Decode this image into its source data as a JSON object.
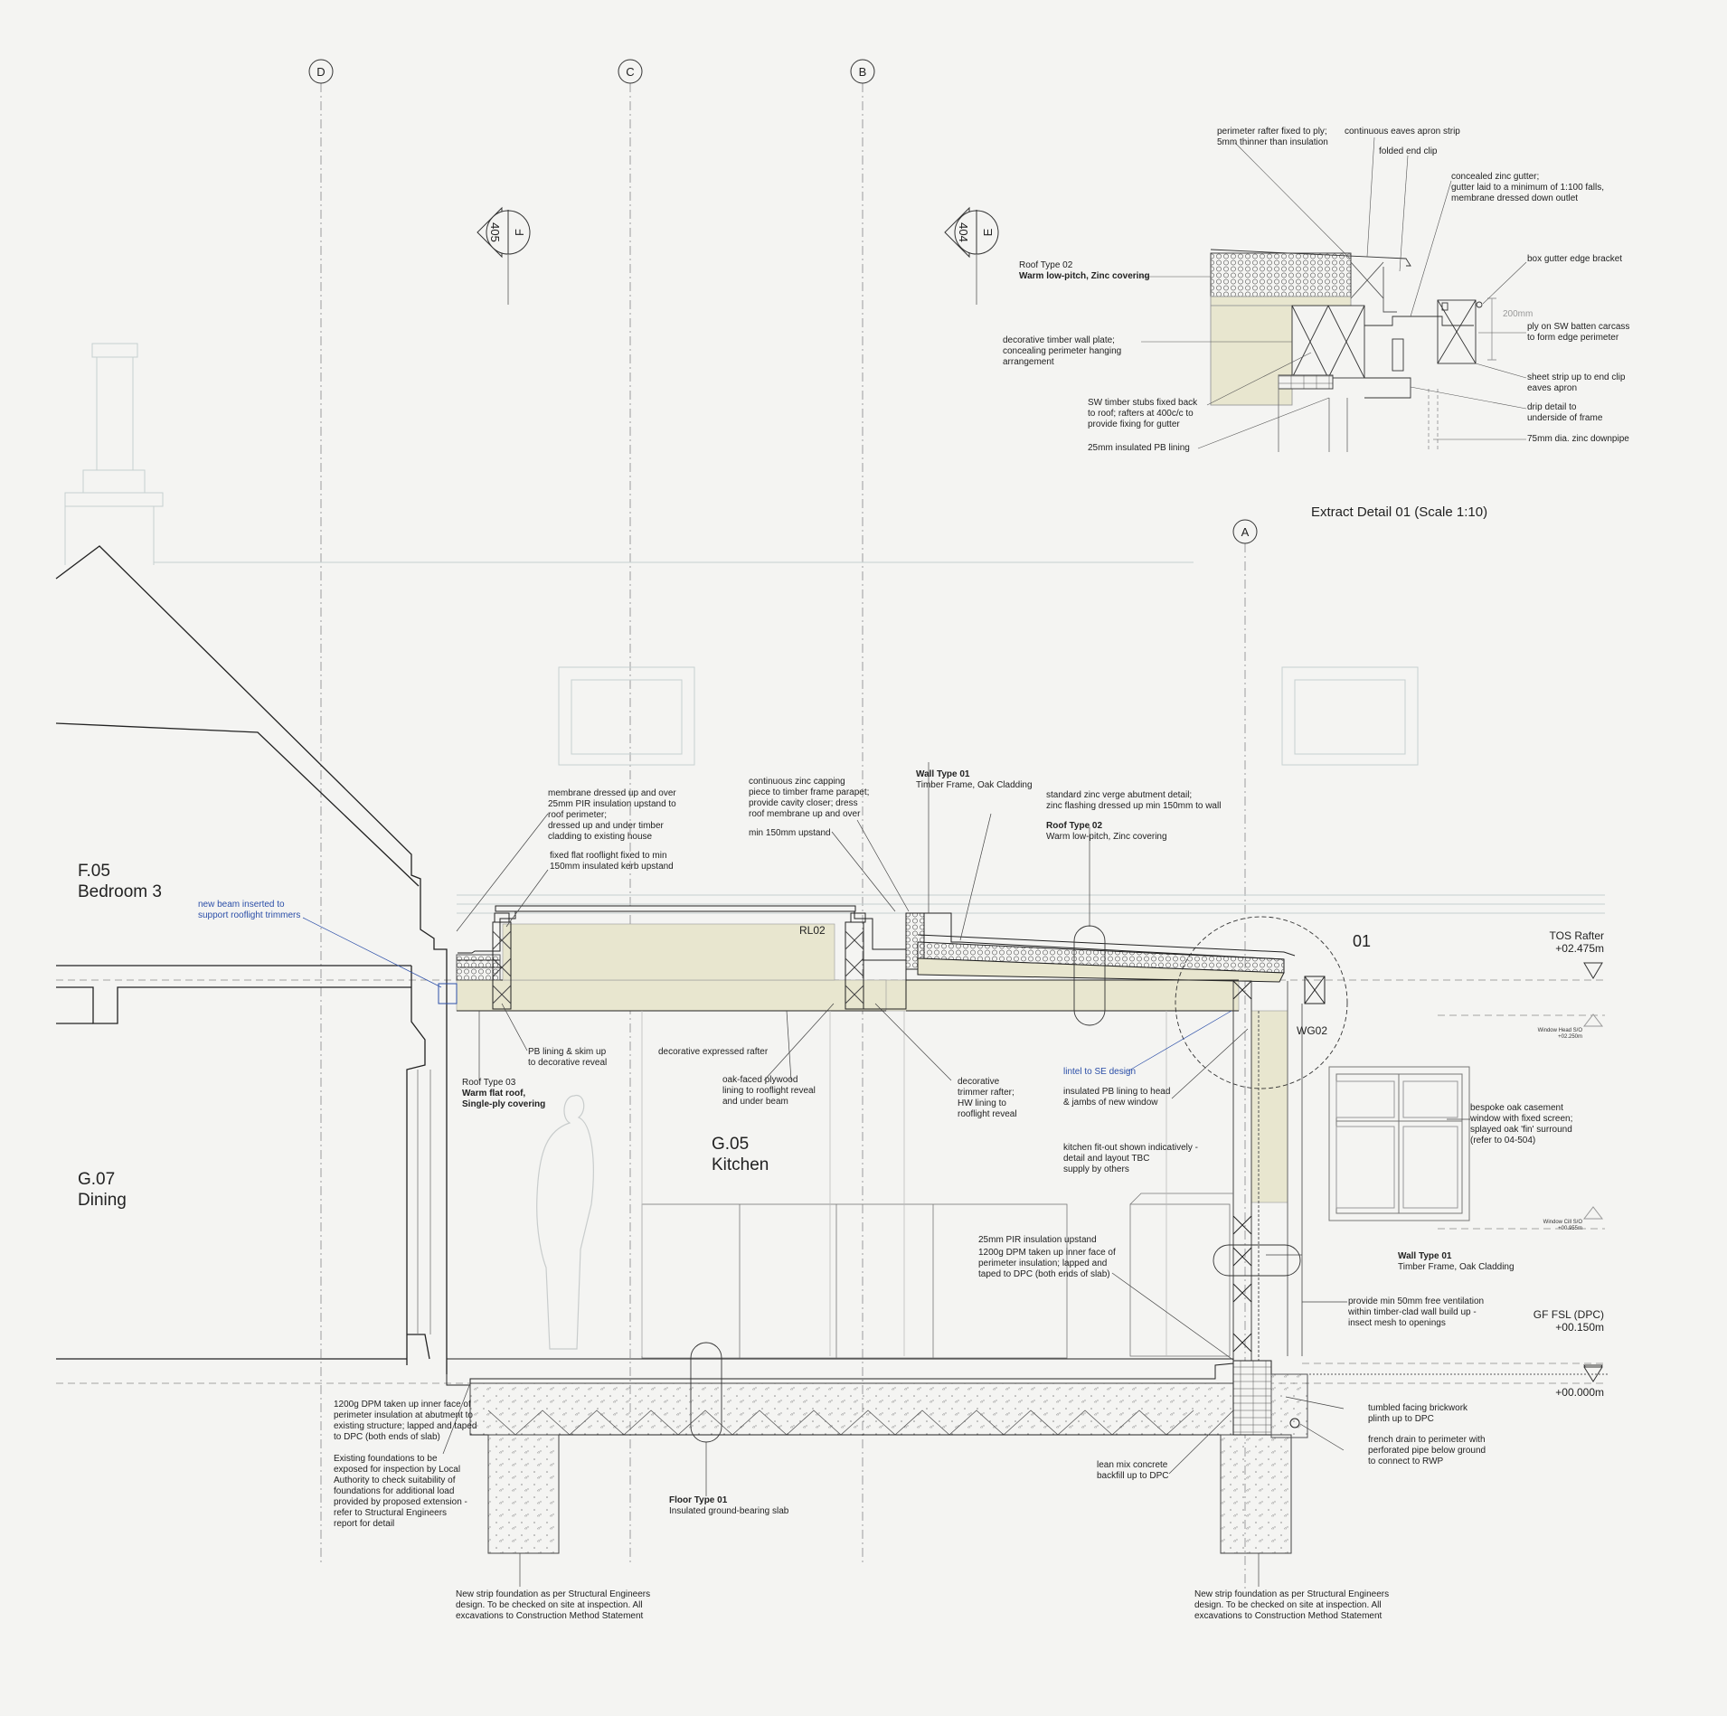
{
  "grid": {
    "d": "D",
    "c": "C",
    "b": "B",
    "a": "A"
  },
  "section_markers": [
    {
      "num": "405",
      "letter": "F"
    },
    {
      "num": "404",
      "letter": "E"
    }
  ],
  "rooms": {
    "f05": "F.05\nBedroom 3",
    "g07": "G.07\nDining",
    "g05": "G.05\nKitchen"
  },
  "tags": {
    "rl02": "RL02",
    "wg02": "WG02",
    "detail01": "01"
  },
  "levels": {
    "tos": "TOS Rafter\n+02.475m",
    "gf": "GF FSL (DPC)\n+00.150m",
    "zero": "+00.000m",
    "win_head": "Window Head S/O\n+02.250m",
    "win_cill": "Window Cill S/O\n+00.955m"
  },
  "detail_title": "Extract Detail 01 (Scale 1:10)",
  "detail_dim": "200mm",
  "detail_notes": {
    "perimeter_rafter": "perimeter rafter fixed to ply;\n5mm thinner than insulation",
    "eaves_apron": "continuous eaves apron strip",
    "folded_end": "folded end clip",
    "zinc_gutter": "concealed zinc gutter;\ngutter laid to a minimum of 1:100 falls,\nmembrane dressed down outlet",
    "box_bracket": "box gutter edge bracket",
    "ply_batten": "ply on SW batten carcass\nto form edge perimeter",
    "sheet_strip": "sheet strip up to end clip\neaves apron",
    "drip": "drip detail to\nunderside of frame",
    "downpipe": "75mm dia. zinc downpipe",
    "roof02_a": "Roof Type 02",
    "roof02_b": "Warm low-pitch, Zinc covering",
    "wall_plate": "decorative timber wall plate;\nconcealing perimeter hanging\narrangement",
    "stubs": "SW timber stubs fixed back\nto roof; rafters at 400c/c to\nprovide fixing for gutter",
    "pb_lining": "25mm insulated PB lining"
  },
  "notes": {
    "membrane": "membrane dressed up and over\n25mm PIR insulation upstand to\nroof perimeter;\ndressed up and under timber\ncladding to existing house",
    "rooflight": "fixed flat rooflight fixed to min\n150mm insulated kerb upstand",
    "new_beam": "new beam inserted to\nsupport rooflight trimmers",
    "zinc_capping": "continuous zinc capping\npiece to timber frame parapet;\nprovide cavity closer; dress\nroof membrane up and over",
    "min150": "min 150mm upstand",
    "wall01_a": "Wall Type 01",
    "wall01_b": "Timber Frame, Oak Cladding",
    "verge": "standard zinc verge abutment detail;\nzinc flashing dressed up min 150mm to wall",
    "roof02_a": "Roof Type 02",
    "roof02_b": "Warm low-pitch, Zinc covering",
    "pb_skim": "PB lining & skim up\nto decorative reveal",
    "roof03_a": "Roof Type 03",
    "roof03_b": "Warm flat roof,\nSingle-ply covering",
    "expressed_rafter": "decorative expressed rafter",
    "oak_ply": "oak-faced plywood\nlining to rooflight reveal\nand under beam",
    "trimmer": "decorative\ntrimmer rafter;\nHW lining to\nrooflight reveal",
    "lintel": "lintel to SE design",
    "insulated_pb": "insulated PB lining to head\n& jambs of new window",
    "casement": "bespoke oak casement\nwindow with fixed screen;\nsplayed oak 'fin' surround\n(refer to 04-504)",
    "kitchen_fit": "kitchen fit-out shown indicatively -\ndetail and layout TBC\nsupply by others",
    "pir_upstand": "25mm PIR insulation upstand",
    "dpm_inner": "1200g DPM taken up inner face of\nperimeter insulation; lapped and\ntaped to DPC (both ends of slab)",
    "wall01b_a": "Wall Type 01",
    "wall01b_b": "Timber Frame, Oak Cladding",
    "ventilation": "provide min 50mm free ventilation\nwithin timber-clad wall build up -\ninsect mesh to openings",
    "brickwork": "tumbled facing brickwork\nplinth up to DPC",
    "french_drain": "french drain to perimeter with\nperforated pipe below ground\nto connect to RWP",
    "lean_mix": "lean mix concrete\nbackfill up to DPC",
    "floor01_a": "Floor Type 01",
    "floor01_b": "Insulated ground-bearing slab",
    "dpm_left": "1200g DPM taken up inner face of\nperimeter insulation at abutment to\nexisting structure; lapped and taped\nto DPC (both ends of slab)",
    "existing_found": "Existing foundations to be\nexposed for inspection by Local\nAuthority to check suitability of\nfoundations for additional load\nprovided by proposed extension -\nrefer to Structural Engineers\nreport for detail",
    "strip_left": "New strip foundation as per Structural Engineers\ndesign. To be checked on site at inspection. All\nexcavations to Construction Method Statement",
    "strip_right": "New strip foundation as per Structural Engineers\ndesign. To be checked on site at inspection. All\nexcavations to Construction Method Statement"
  },
  "colors": {
    "line": "#1a1a1a",
    "faint": "#c9cfcf",
    "insulation": "#e8e6cf",
    "blue": "#2c4fa8",
    "paper": "#f4f4f2"
  }
}
